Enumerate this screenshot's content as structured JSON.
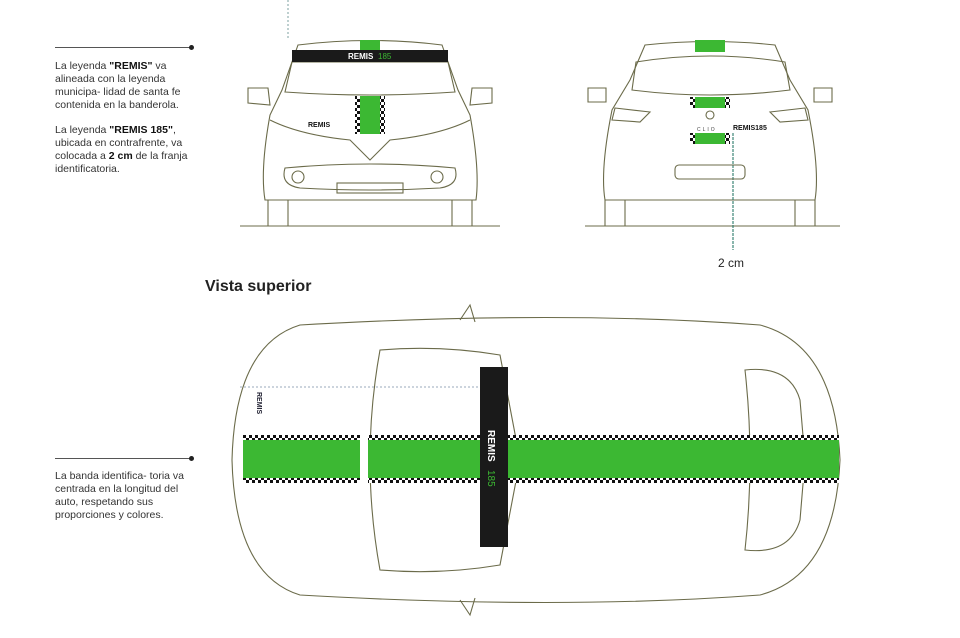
{
  "notes": {
    "remis_alignment": {
      "prefix": "La leyenda ",
      "bold": "\"REMIS\"",
      "rest": " va alineada con la leyenda municipa- lidad de santa fe contenida en la banderola."
    },
    "remis_185": {
      "prefix": "La leyenda ",
      "bold": "\"REMIS 185\"",
      "mid": ", ubicada en contrafrente, va colocada a ",
      "bold2": "2 cm",
      "rest": " de la franja identificatoria."
    },
    "banda": "La banda identifica- toria va centrada en la longitud del auto, respetando sus proporciones y colores."
  },
  "labels": {
    "section_title": "Vista superior",
    "distance": "2 cm",
    "front_banner": "REMIS",
    "front_banner_num": "185",
    "front_hood": "REMIS",
    "rear_text": "REMIS185",
    "rear_model": "CLIO",
    "top_side": "REMIS",
    "top_banner": "REMIS",
    "top_banner_num": "185"
  },
  "colors": {
    "stripe_green": "#3cb833",
    "banner_black": "#1a1a1a",
    "outline": "#6b6b4a"
  }
}
